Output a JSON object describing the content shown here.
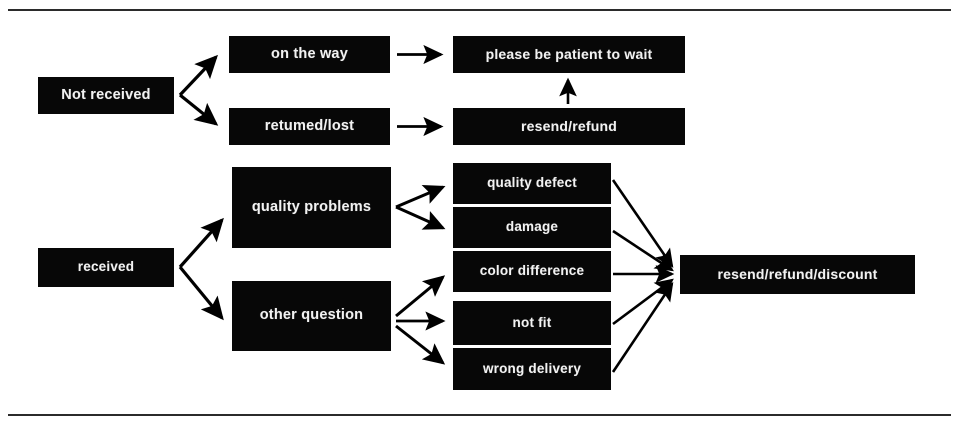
{
  "diagram": {
    "title": "",
    "background_color": "#ffffff",
    "node_fill_color": "#070707",
    "node_text_color": "#f2f2f2",
    "edge_color": "#000000",
    "rule_color": "#2b2b2b",
    "nodes": {
      "not_received": "Not received",
      "on_the_way": "on the way",
      "returned_lost": "retumed/lost",
      "please_wait": "please be patient to wait",
      "resend_refund": "resend/refund",
      "received": "received",
      "quality_problems": "quality problems",
      "other_question": "other question",
      "quality_defect": "quality defect",
      "damage": "damage",
      "color_difference": "color difference",
      "not_fit": "not fit",
      "wrong_delivery": "wrong delivery",
      "final": "resend/refund/discount"
    }
  },
  "chart_data": {
    "type": "diagram",
    "title": "",
    "nodes": [
      {
        "id": "not_received",
        "label": "Not received",
        "column": 0,
        "row": 0
      },
      {
        "id": "on_the_way",
        "label": "on the way",
        "column": 1,
        "row": 0
      },
      {
        "id": "returned_lost",
        "label": "retumed/lost",
        "column": 1,
        "row": 1
      },
      {
        "id": "please_wait",
        "label": "please be patient to wait",
        "column": 2,
        "row": 0
      },
      {
        "id": "resend_refund",
        "label": "resend/refund",
        "column": 2,
        "row": 1
      },
      {
        "id": "received",
        "label": "received",
        "column": 0,
        "row": 2
      },
      {
        "id": "quality_problems",
        "label": "quality problems",
        "column": 1,
        "row": 2
      },
      {
        "id": "other_question",
        "label": "other question",
        "column": 1,
        "row": 3
      },
      {
        "id": "quality_defect",
        "label": "quality defect",
        "column": 2,
        "row": 2
      },
      {
        "id": "damage",
        "label": "damage",
        "column": 2,
        "row": 3
      },
      {
        "id": "color_difference",
        "label": "color difference",
        "column": 2,
        "row": 4
      },
      {
        "id": "not_fit",
        "label": "not fit",
        "column": 2,
        "row": 5
      },
      {
        "id": "wrong_delivery",
        "label": "wrong delivery",
        "column": 2,
        "row": 6
      },
      {
        "id": "final",
        "label": "resend/refund/discount",
        "column": 3,
        "row": 4
      }
    ],
    "edges": [
      {
        "from": "not_received",
        "to": "on_the_way"
      },
      {
        "from": "not_received",
        "to": "returned_lost"
      },
      {
        "from": "on_the_way",
        "to": "please_wait"
      },
      {
        "from": "returned_lost",
        "to": "resend_refund"
      },
      {
        "from": "resend_refund",
        "to": "please_wait"
      },
      {
        "from": "received",
        "to": "quality_problems"
      },
      {
        "from": "received",
        "to": "other_question"
      },
      {
        "from": "quality_problems",
        "to": "quality_defect"
      },
      {
        "from": "quality_problems",
        "to": "damage"
      },
      {
        "from": "other_question",
        "to": "color_difference"
      },
      {
        "from": "other_question",
        "to": "not_fit"
      },
      {
        "from": "other_question",
        "to": "wrong_delivery"
      },
      {
        "from": "quality_defect",
        "to": "final"
      },
      {
        "from": "damage",
        "to": "final"
      },
      {
        "from": "color_difference",
        "to": "final"
      },
      {
        "from": "not_fit",
        "to": "final"
      },
      {
        "from": "wrong_delivery",
        "to": "final"
      }
    ]
  }
}
